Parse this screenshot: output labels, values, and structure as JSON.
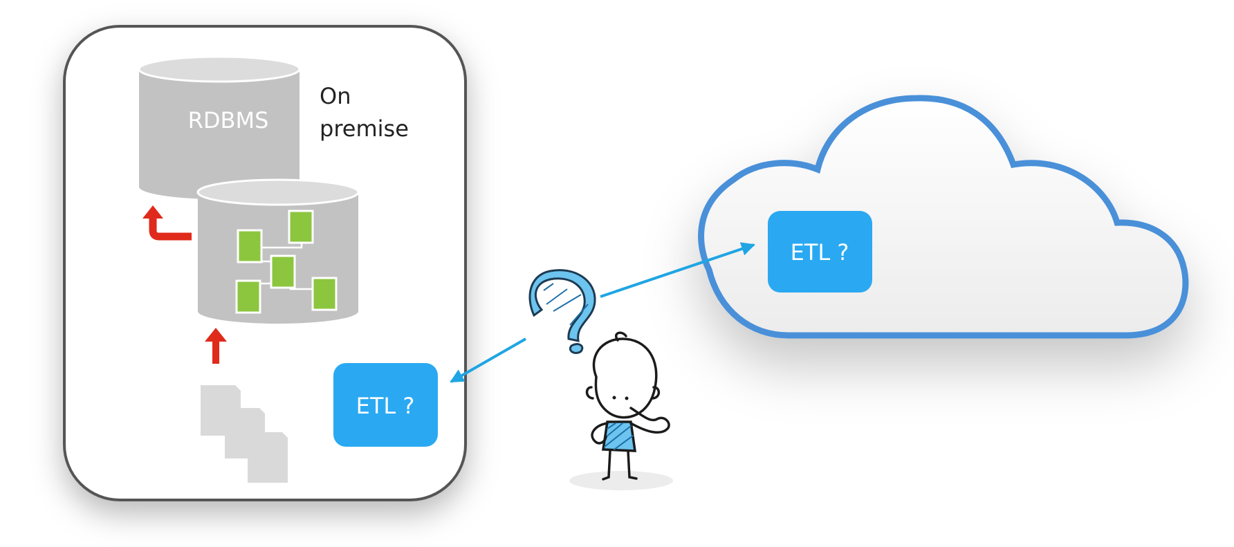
{
  "on_premise": {
    "label_line1": "On",
    "label_line2": "premise",
    "rdbms_label": "RDBMS",
    "etl_label": "ETL ?"
  },
  "cloud": {
    "etl_label": "ETL ?"
  },
  "colors": {
    "etl_box": "#2aa9f2",
    "cloud_outline": "#4a90d9",
    "arrow_blue": "#1fa5e3",
    "arrow_red": "#e02a1b",
    "db_gray": "#c2c2c2",
    "db_top": "#dcdcdc",
    "schema_green": "#8cc63f",
    "frame_border": "#555555"
  }
}
